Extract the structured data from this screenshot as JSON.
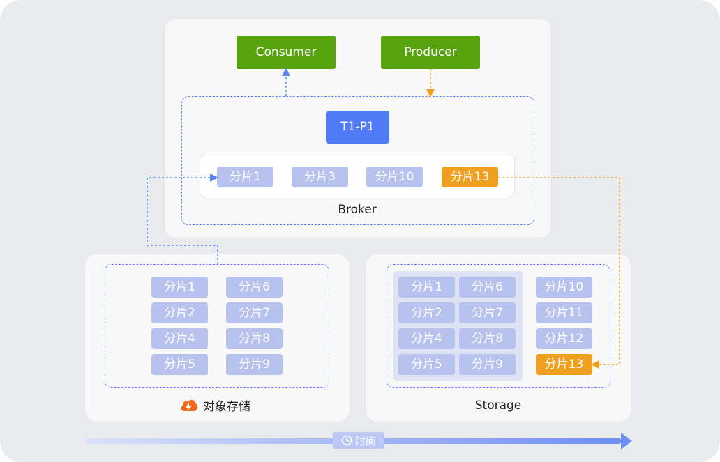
{
  "consumer_label": "Consumer",
  "producer_label": "Producer",
  "topic_label": "T1-P1",
  "broker": {
    "label": "Broker",
    "segments": [
      "分片1",
      "分片3",
      "分片10",
      "分片13"
    ]
  },
  "object_storage": {
    "label": "对象存储",
    "col1": [
      "分片1",
      "分片2",
      "分片4",
      "分片5"
    ],
    "col2": [
      "分片6",
      "分片7",
      "分片8",
      "分片9"
    ]
  },
  "storage": {
    "label": "Storage",
    "col1": [
      "分片1",
      "分片2",
      "分片4",
      "分片5"
    ],
    "col2": [
      "分片6",
      "分片7",
      "分片8",
      "分片9"
    ],
    "col3": [
      "分片10",
      "分片11",
      "分片12",
      "分片13"
    ]
  },
  "timeline_label": "时间",
  "colors": {
    "green": "#57a30f",
    "blue": "#4f7bf7",
    "segment": "#b7c3ee",
    "highlight": "#f0a020"
  }
}
